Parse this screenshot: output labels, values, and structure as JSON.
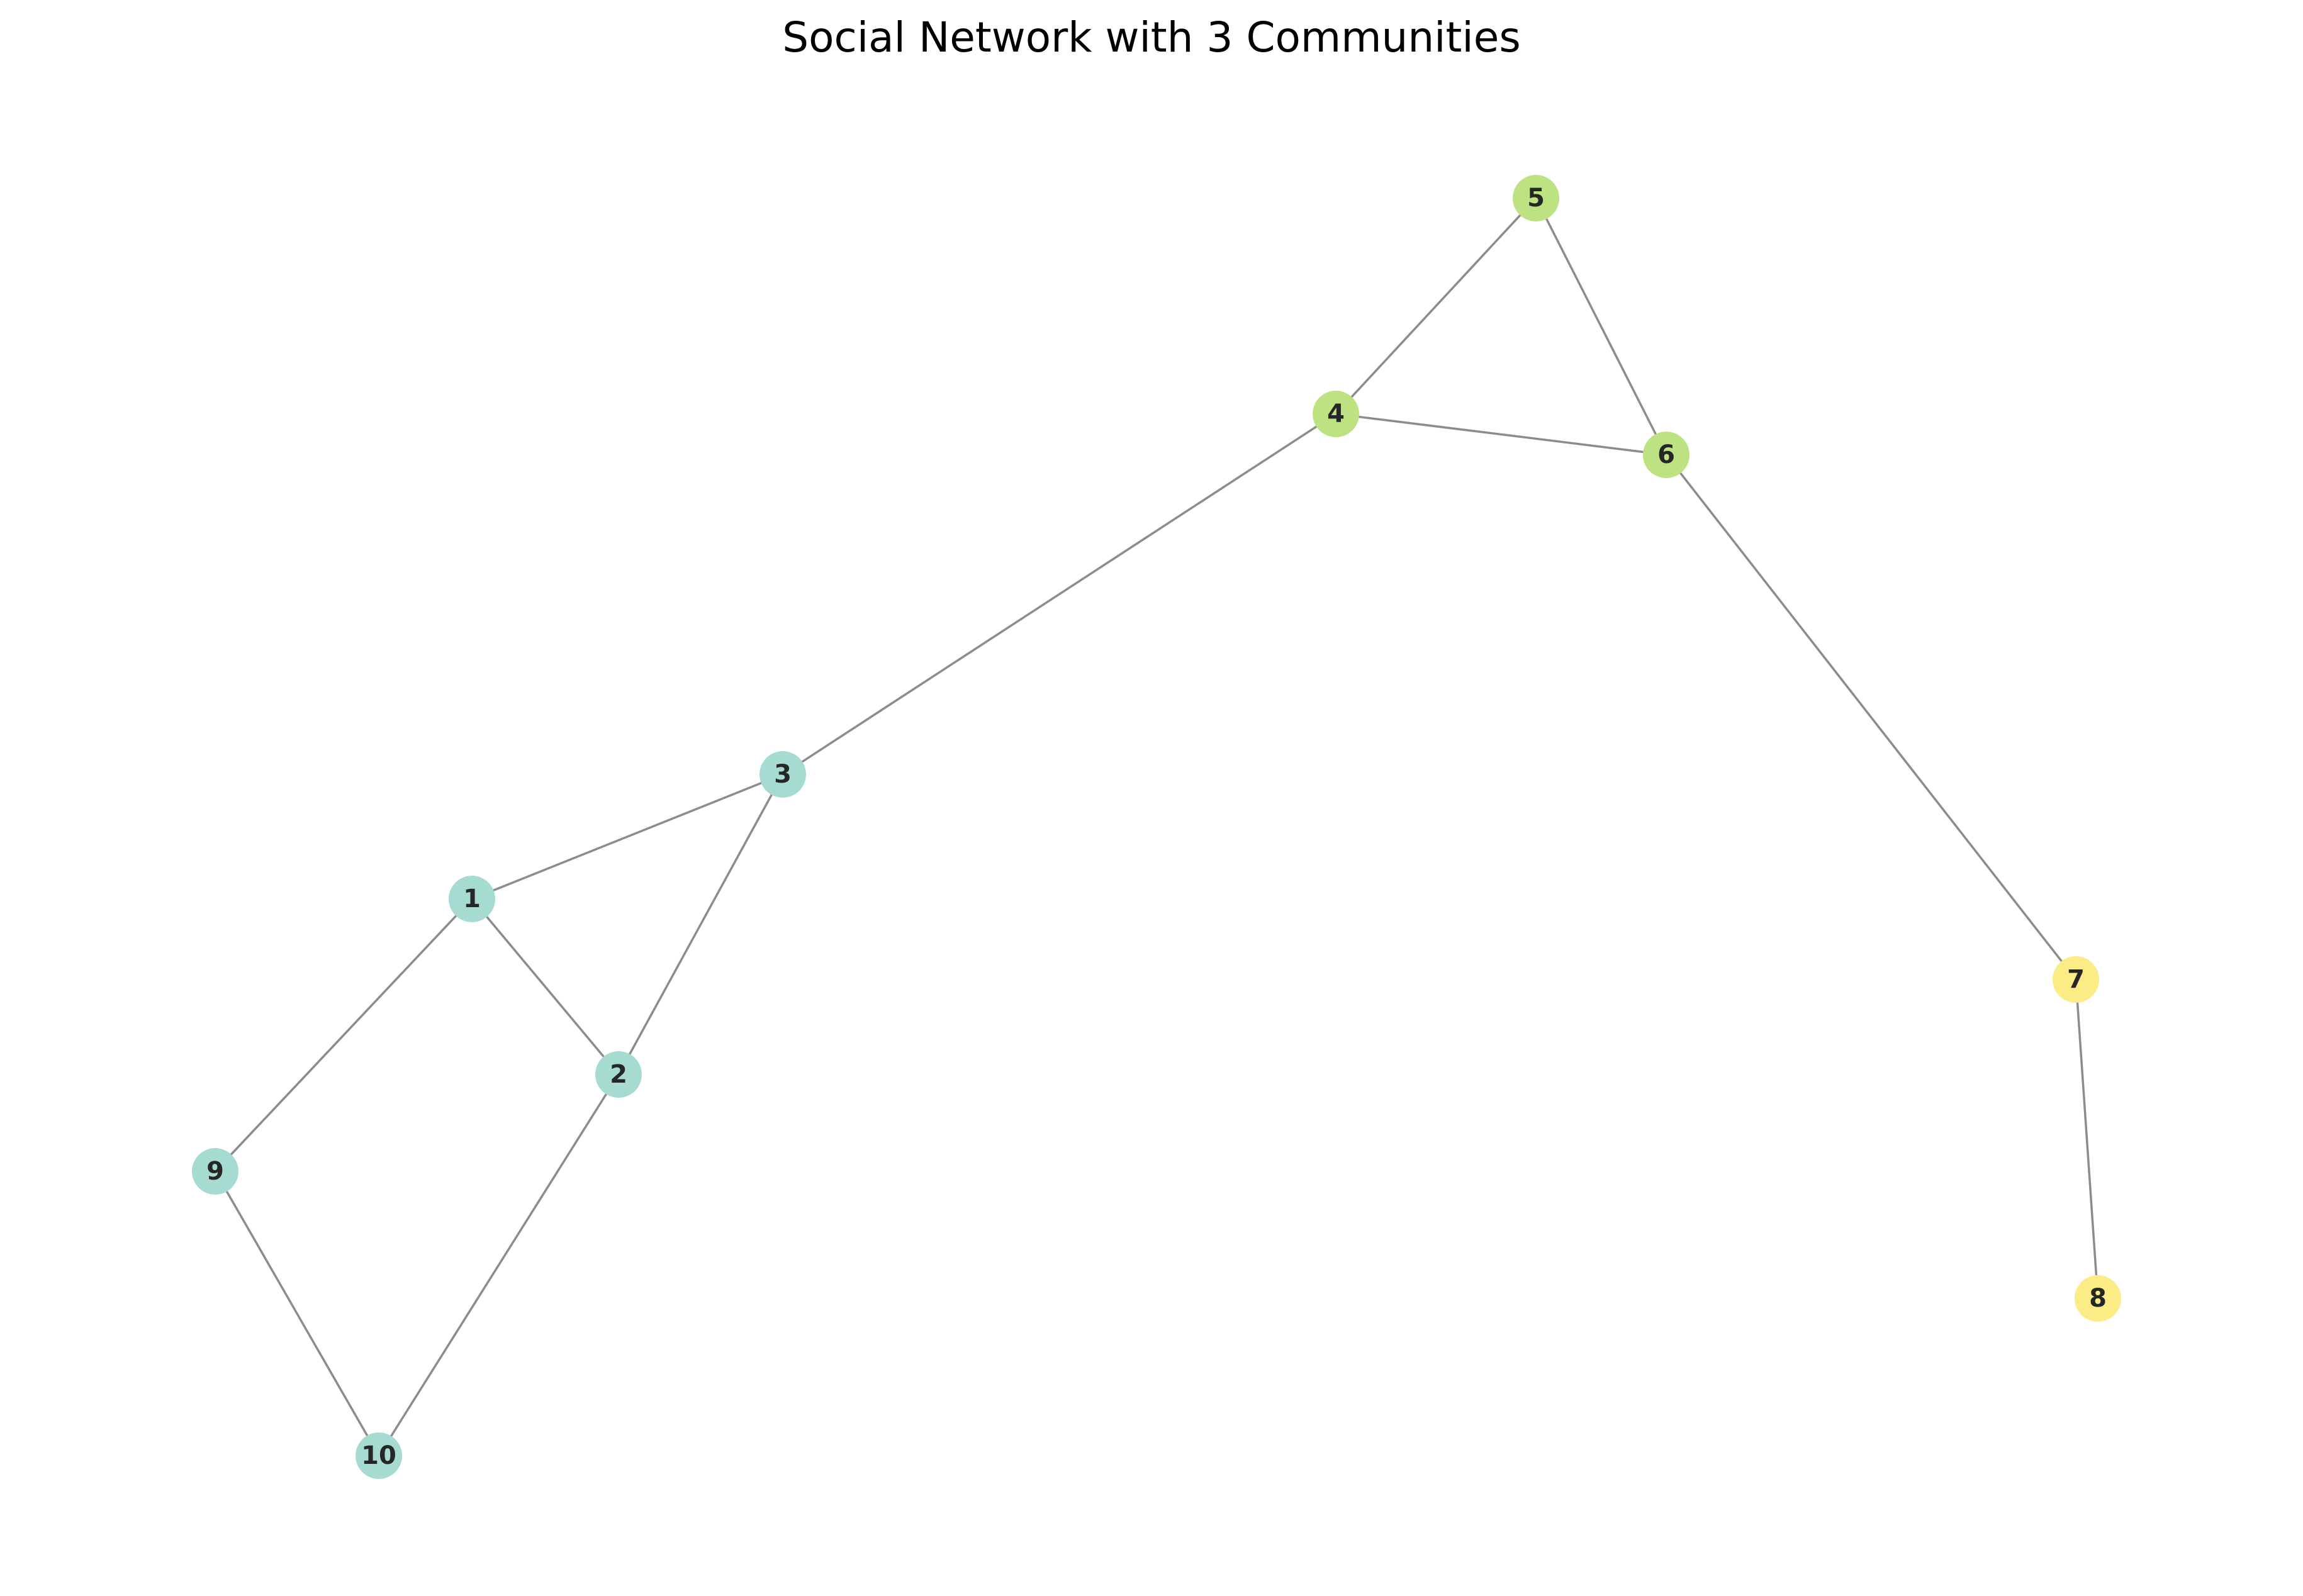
{
  "title": "Social Network with 3 Communities",
  "community_colors": {
    "A": "#a6dbd2",
    "B": "#bde282",
    "C": "#fbec86"
  },
  "nodes": [
    {
      "id": "1",
      "label": "1",
      "community": "A"
    },
    {
      "id": "2",
      "label": "2",
      "community": "A"
    },
    {
      "id": "3",
      "label": "3",
      "community": "A"
    },
    {
      "id": "4",
      "label": "4",
      "community": "B"
    },
    {
      "id": "5",
      "label": "5",
      "community": "B"
    },
    {
      "id": "6",
      "label": "6",
      "community": "B"
    },
    {
      "id": "7",
      "label": "7",
      "community": "C"
    },
    {
      "id": "8",
      "label": "8",
      "community": "C"
    },
    {
      "id": "9",
      "label": "9",
      "community": "A"
    },
    {
      "id": "10",
      "label": "10",
      "community": "A"
    }
  ],
  "edges": [
    {
      "source": "5",
      "target": "4"
    },
    {
      "source": "5",
      "target": "6"
    },
    {
      "source": "4",
      "target": "6"
    },
    {
      "source": "4",
      "target": "3"
    },
    {
      "source": "6",
      "target": "7"
    },
    {
      "source": "7",
      "target": "8"
    },
    {
      "source": "3",
      "target": "1"
    },
    {
      "source": "3",
      "target": "2"
    },
    {
      "source": "1",
      "target": "2"
    },
    {
      "source": "1",
      "target": "9"
    },
    {
      "source": "2",
      "target": "10"
    },
    {
      "source": "9",
      "target": "10"
    }
  ]
}
